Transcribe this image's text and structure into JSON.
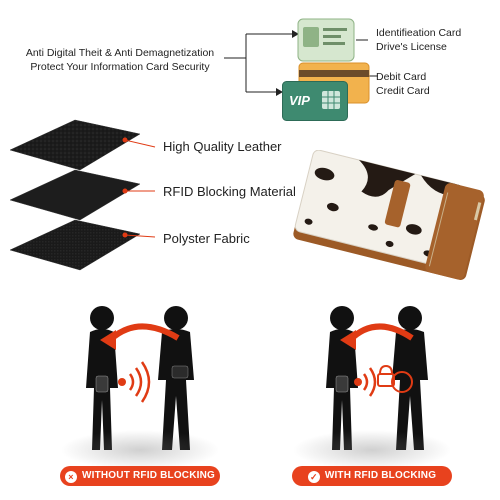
{
  "intro": {
    "line1": "Anti Digital Theit & Anti Demagnetization",
    "line2": "Protect Your Information Card Security"
  },
  "card_groups": [
    {
      "line1": "Identifieation Card",
      "line2": "Drive's License"
    },
    {
      "line1": "Debit Card",
      "line2": "Credit Card"
    }
  ],
  "vip_card_text": "VIP",
  "layers": [
    {
      "label": "High Quality Leather"
    },
    {
      "label": "RFID Blocking Material"
    },
    {
      "label": "Polyster Fabric"
    }
  ],
  "badges": {
    "without": "WITHOUT RFID BLOCKING",
    "with": "WITH RFID BLOCKING",
    "without_icon": "×",
    "with_icon": "✓"
  },
  "colors": {
    "accent_red": "#e8421e",
    "arrow_red": "#e03b14",
    "leather_brown": "#a6622c",
    "silhouette": "#111111"
  }
}
